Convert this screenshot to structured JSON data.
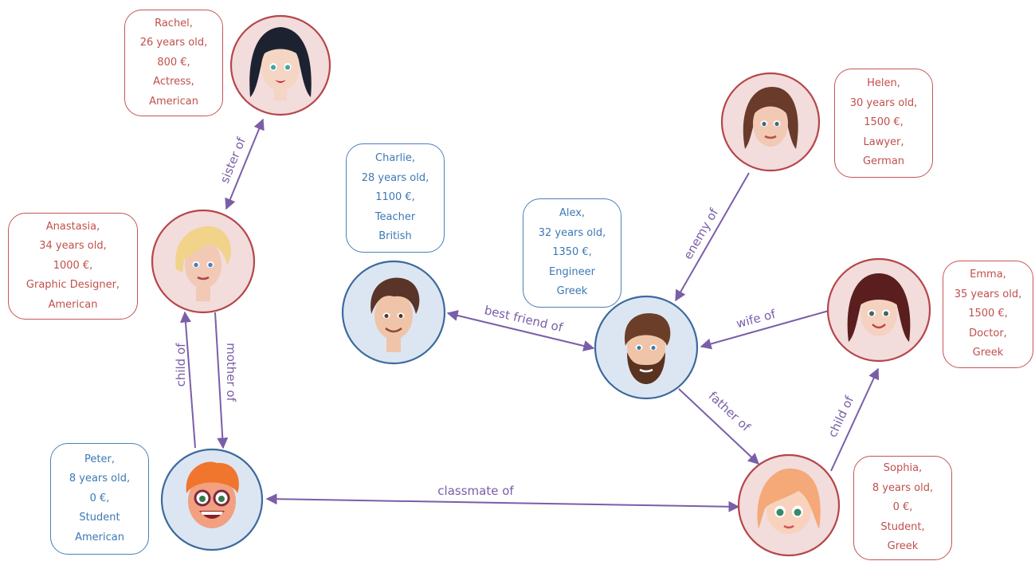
{
  "people": {
    "rachel": {
      "name": "Rachel,",
      "age": "26 years old,",
      "salary": "800 €,",
      "job": "Actress,",
      "nationality": "American"
    },
    "anastasia": {
      "name": "Anastasia,",
      "age": "34 years old,",
      "salary": "1000 €,",
      "job": "Graphic Designer,",
      "nationality": "American"
    },
    "peter": {
      "name": "Peter,",
      "age": "8 years old,",
      "salary": "0 €,",
      "job": "Student",
      "nationality": "American"
    },
    "charlie": {
      "name": "Charlie,",
      "age": "28 years old,",
      "salary": "1100 €,",
      "job": "Teacher",
      "nationality": "British"
    },
    "alex": {
      "name": "Alex,",
      "age": "32 years old,",
      "salary": "1350 €,",
      "job": "Engineer",
      "nationality": "Greek"
    },
    "helen": {
      "name": "Helen,",
      "age": "30 years old,",
      "salary": "1500 €,",
      "job": "Lawyer,",
      "nationality": "German"
    },
    "emma": {
      "name": "Emma,",
      "age": "35 years old,",
      "salary": "1500 €,",
      "job": "Doctor,",
      "nationality": "Greek"
    },
    "sophia": {
      "name": "Sophia,",
      "age": "8 years old,",
      "salary": "0 €,",
      "job": "Student,",
      "nationality": "Greek"
    }
  },
  "relations": {
    "sister_of": "sister of",
    "child_of_left": "child of",
    "mother_of": "mother of",
    "best_friend_of": "best friend of",
    "enemy_of": "enemy of",
    "wife_of": "wife of",
    "father_of": "father of",
    "child_of_right": "child of",
    "classmate_of": "classmate of"
  },
  "colors": {
    "female_border": "#b5464a",
    "female_fill": "#f2dcdc",
    "male_border": "#3d6a9c",
    "male_fill": "#dce6f2",
    "edge": "#7a5ea8"
  }
}
